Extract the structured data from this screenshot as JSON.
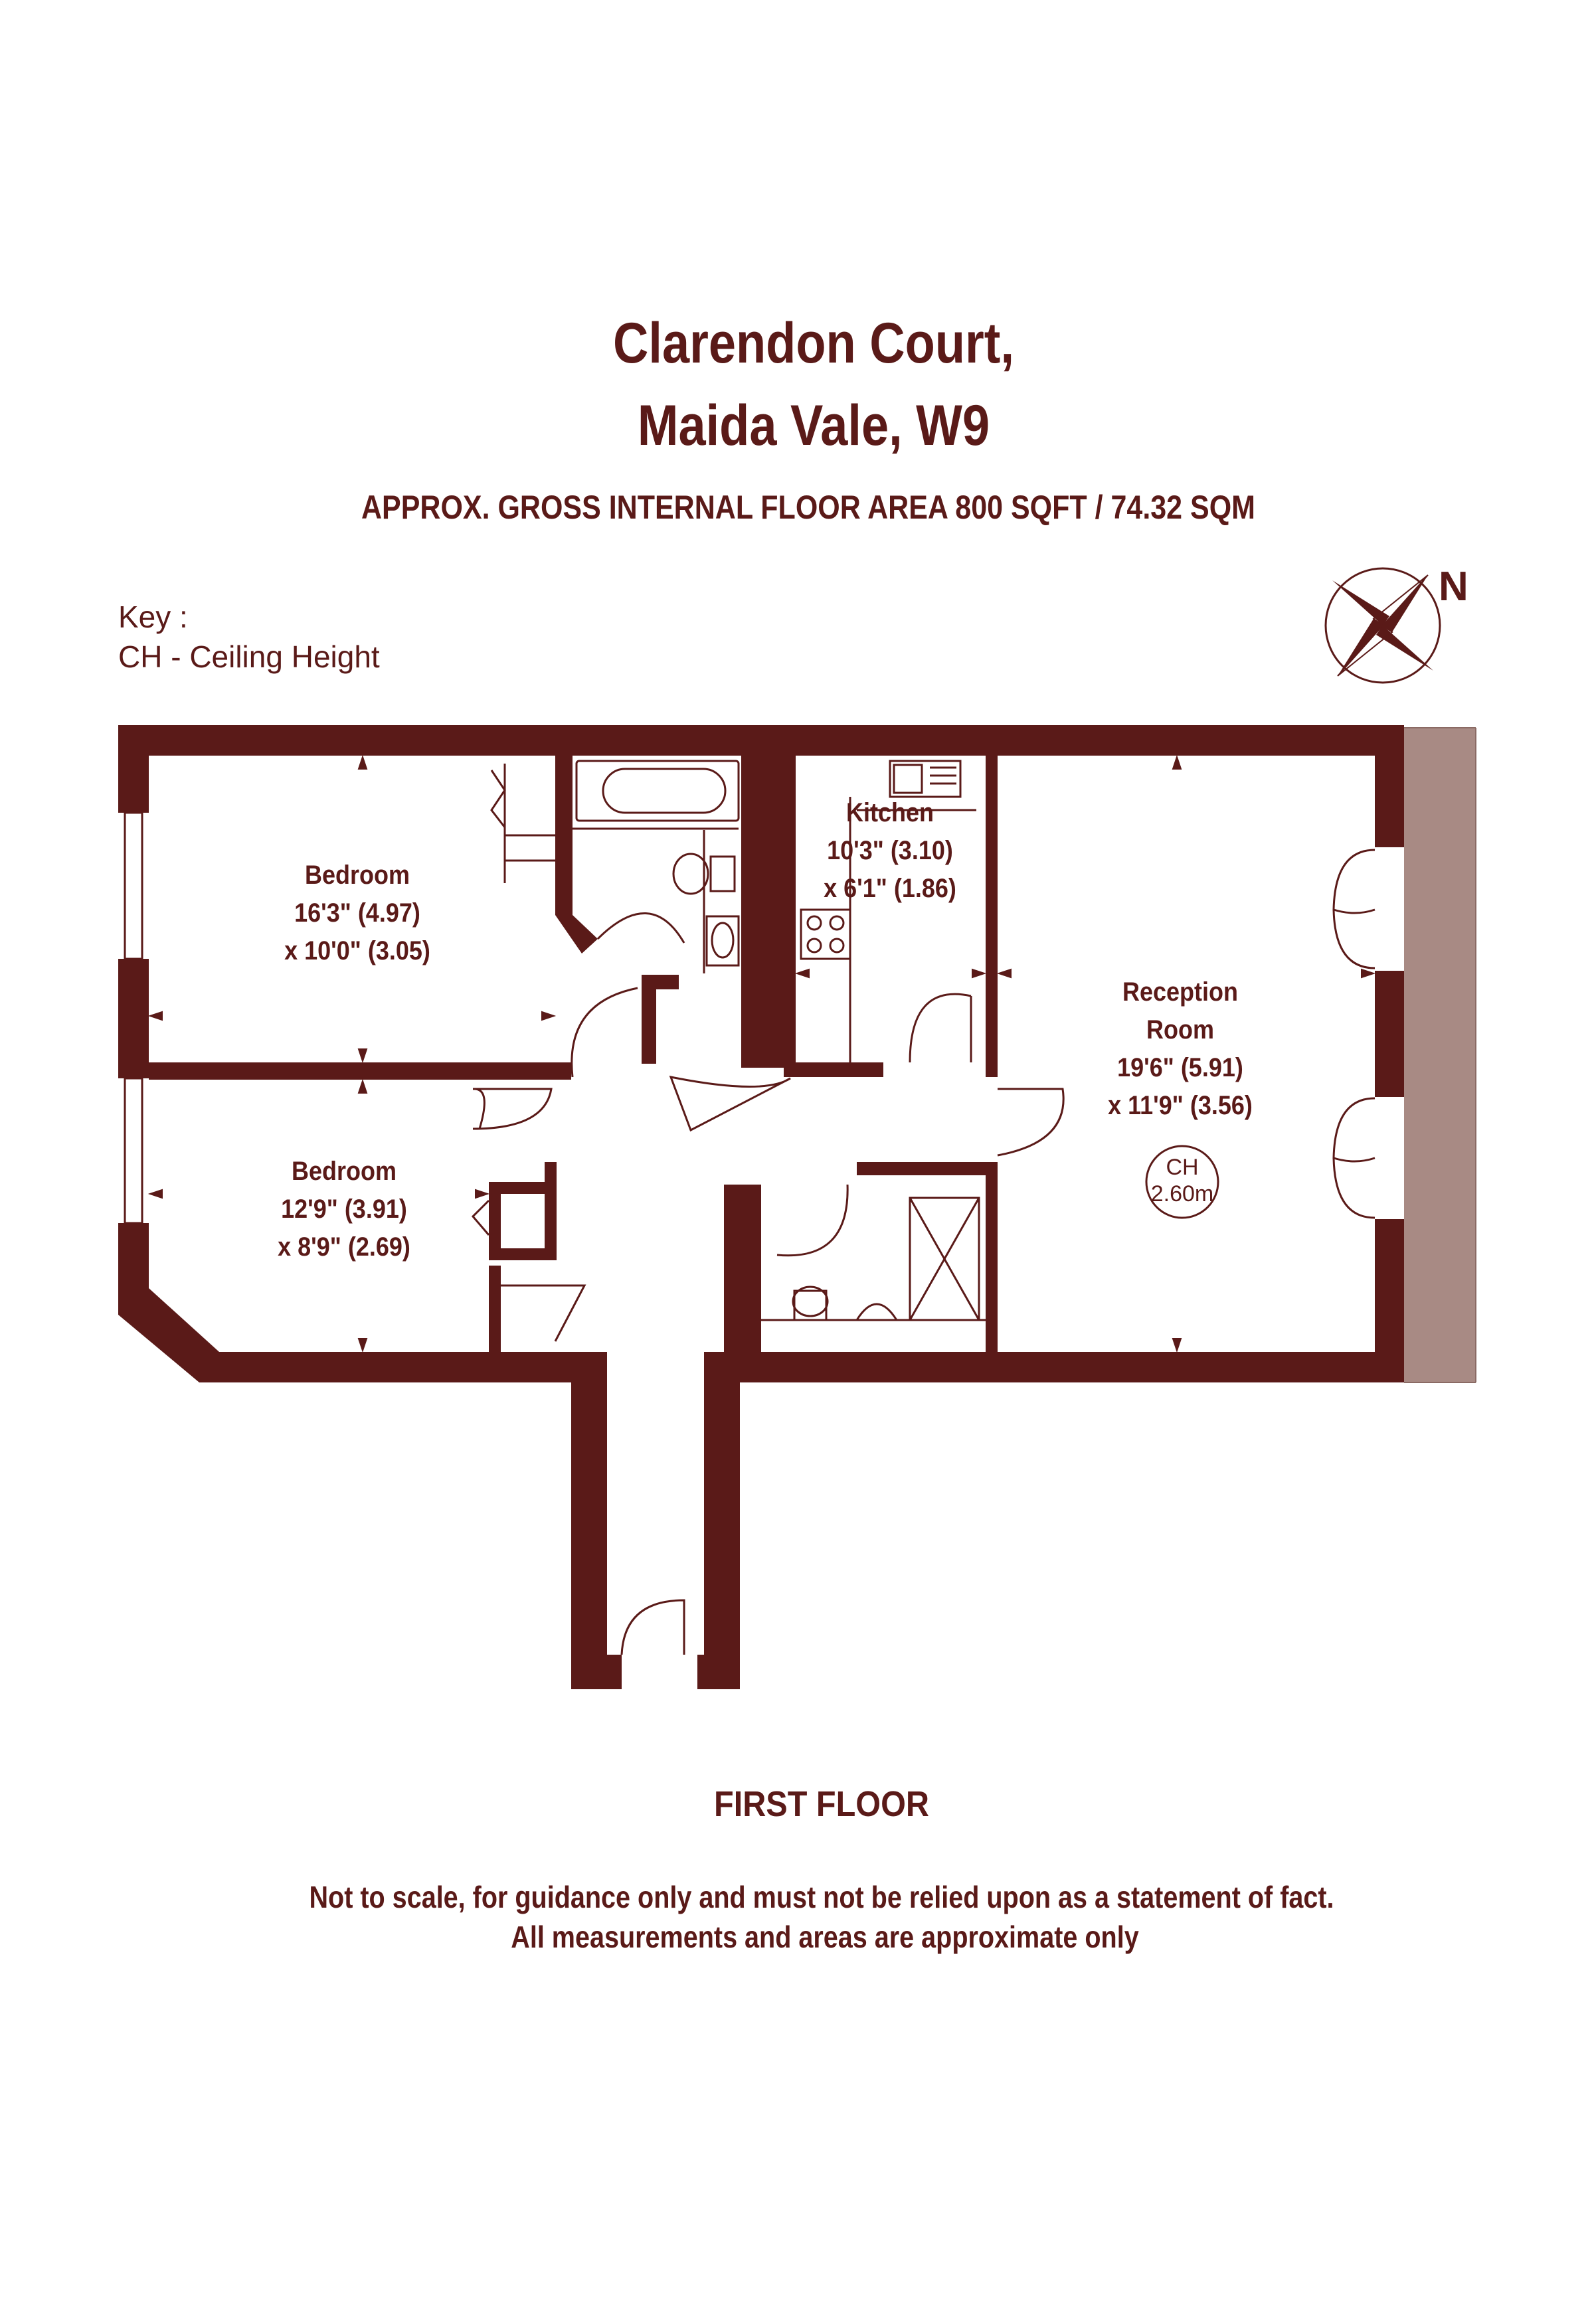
{
  "title": {
    "line1": "Clarendon Court,",
    "line2": "Maida Vale, W9",
    "area": "APPROX. GROSS INTERNAL FLOOR AREA 800 SQFT / 74.32 SQM"
  },
  "key": {
    "heading": "Key :",
    "entry": "CH - Ceiling Height"
  },
  "compass": {
    "north_label": "N"
  },
  "rooms": [
    {
      "name": "Bedroom",
      "dim1": "16'3\" (4.97)",
      "dim2": "x 10'0\" (3.05)"
    },
    {
      "name": "Bedroom",
      "dim1": "12'9\" (3.91)",
      "dim2": "x 8'9\" (2.69)"
    },
    {
      "name": "Kitchen",
      "dim1": "10'3\" (3.10)",
      "dim2": "x 6'1\" (1.86)"
    },
    {
      "name": "Reception",
      "name2": "Room",
      "dim1": "19'6\" (5.91)",
      "dim2": "x 11'9\" (3.56)"
    }
  ],
  "ceiling_height": {
    "label": "CH",
    "value": "2.60m"
  },
  "floor_label": "FIRST FLOOR",
  "disclaimer": {
    "line1": "Not to scale, for guidance only and must not be relied upon as a statement of fact.",
    "line2": "All measurements and areas are approximate only"
  },
  "colors": {
    "wall": "#5a1a18",
    "balcony": "#a88a84",
    "text": "#5a1a18"
  }
}
